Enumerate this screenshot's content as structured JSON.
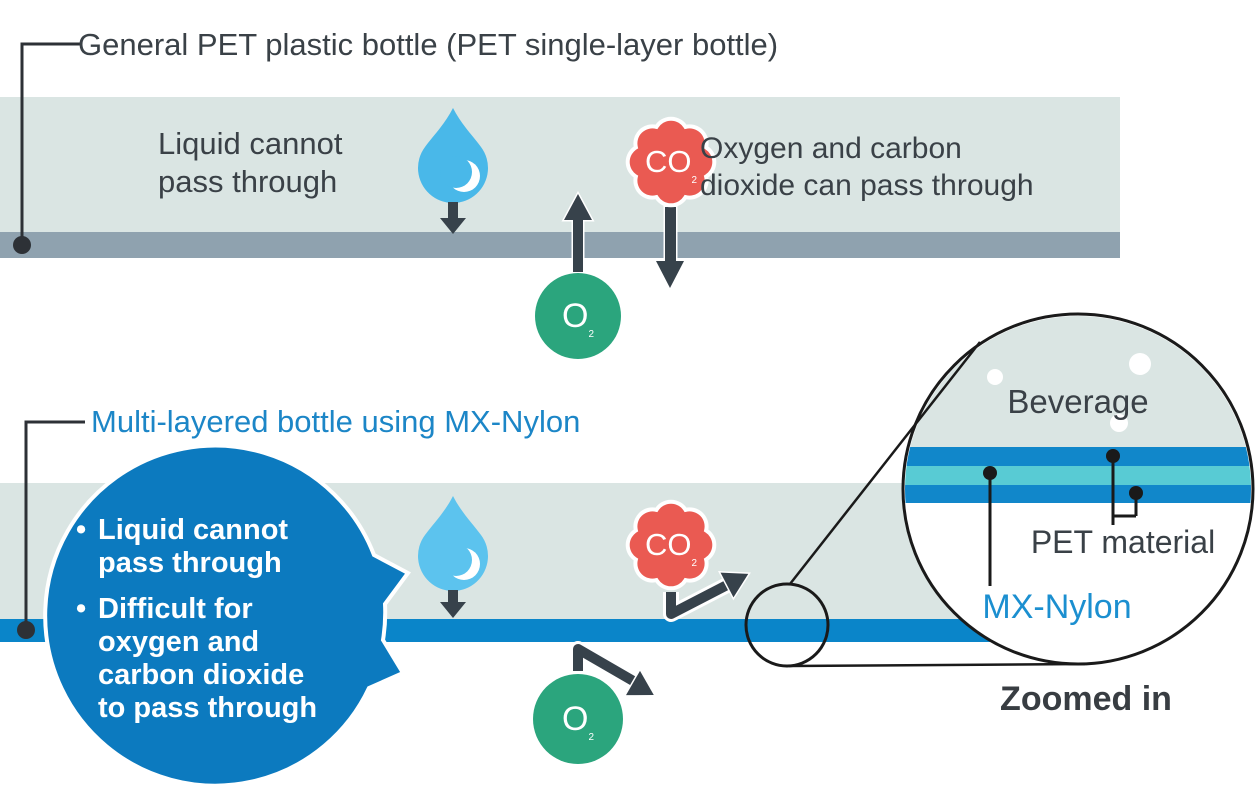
{
  "colors": {
    "ink": "#3a4147",
    "title_blue": "#1c86c7",
    "liquid_band": "#dae5e3",
    "pet_gray_bar": "#8fa2af",
    "barrier_blue_bar": "#0a85c9",
    "speech_bubble_blue": "#0c7abf",
    "droplet_blue_top": "#49b8e9",
    "droplet_blue_bottom": "#5cc3ee",
    "o2_green": "#2ba57d",
    "co2_red": "#ea5a52",
    "arrow_dark": "#37424b",
    "layer_blue": "#1187ca",
    "layer_cyan": "#58cbd4",
    "nylon_text_blue": "#1b8fd0"
  },
  "gases": {
    "o2": {
      "symbol": "O",
      "subscript": "2"
    },
    "co2": {
      "symbol": "CO",
      "subscript": "2"
    }
  },
  "top_section": {
    "title": "General PET plastic bottle (PET single-layer bottle)",
    "liquid_note": {
      "line1": "Liquid cannot",
      "line2": "pass through"
    },
    "gas_note": {
      "line1": "Oxygen and carbon",
      "line2": "dioxide can pass through"
    }
  },
  "bottom_section": {
    "title": "Multi-layered bottle using MX-Nylon",
    "bubble": {
      "items": [
        {
          "lines": [
            "Liquid cannot",
            "pass through"
          ]
        },
        {
          "lines": [
            "Difficult for",
            "oxygen and",
            "carbon dioxide",
            "to pass through"
          ]
        }
      ]
    }
  },
  "zoom_view": {
    "beverage_label": "Beverage",
    "pet_label": "PET material",
    "nylon_label": "MX-Nylon",
    "caption": "Zoomed in"
  }
}
